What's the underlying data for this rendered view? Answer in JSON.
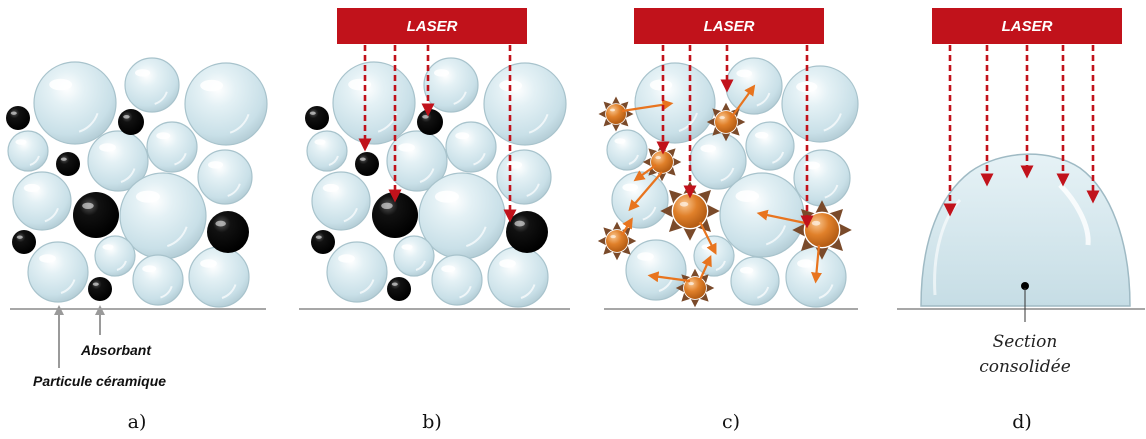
{
  "colors": {
    "laser": "#c1121b",
    "arrow": "#c1121b",
    "particle": "#d4e8ef",
    "absorbant": "#000000",
    "hot_particle": "#e0802a",
    "spikes": "#7a4a2a",
    "heat_arrow": "#e8741e",
    "ground": "#8a8a8a"
  },
  "labels": {
    "laser": "LASER",
    "absorbant": "Absorbant",
    "particule_ceramique": "Particule céramique",
    "section_line1": "Section",
    "section_line2": "consolidée"
  },
  "panels": [
    {
      "id": "a",
      "label": "a)"
    },
    {
      "id": "b",
      "label": "b)"
    },
    {
      "id": "c",
      "label": "c)"
    },
    {
      "id": "d",
      "label": "d)"
    }
  ],
  "icons": [
    "ceramic-particle-icon",
    "absorbant-particle-icon",
    "laser-arrow-icon",
    "heated-absorbant-icon",
    "heat-flow-arrow-icon"
  ]
}
